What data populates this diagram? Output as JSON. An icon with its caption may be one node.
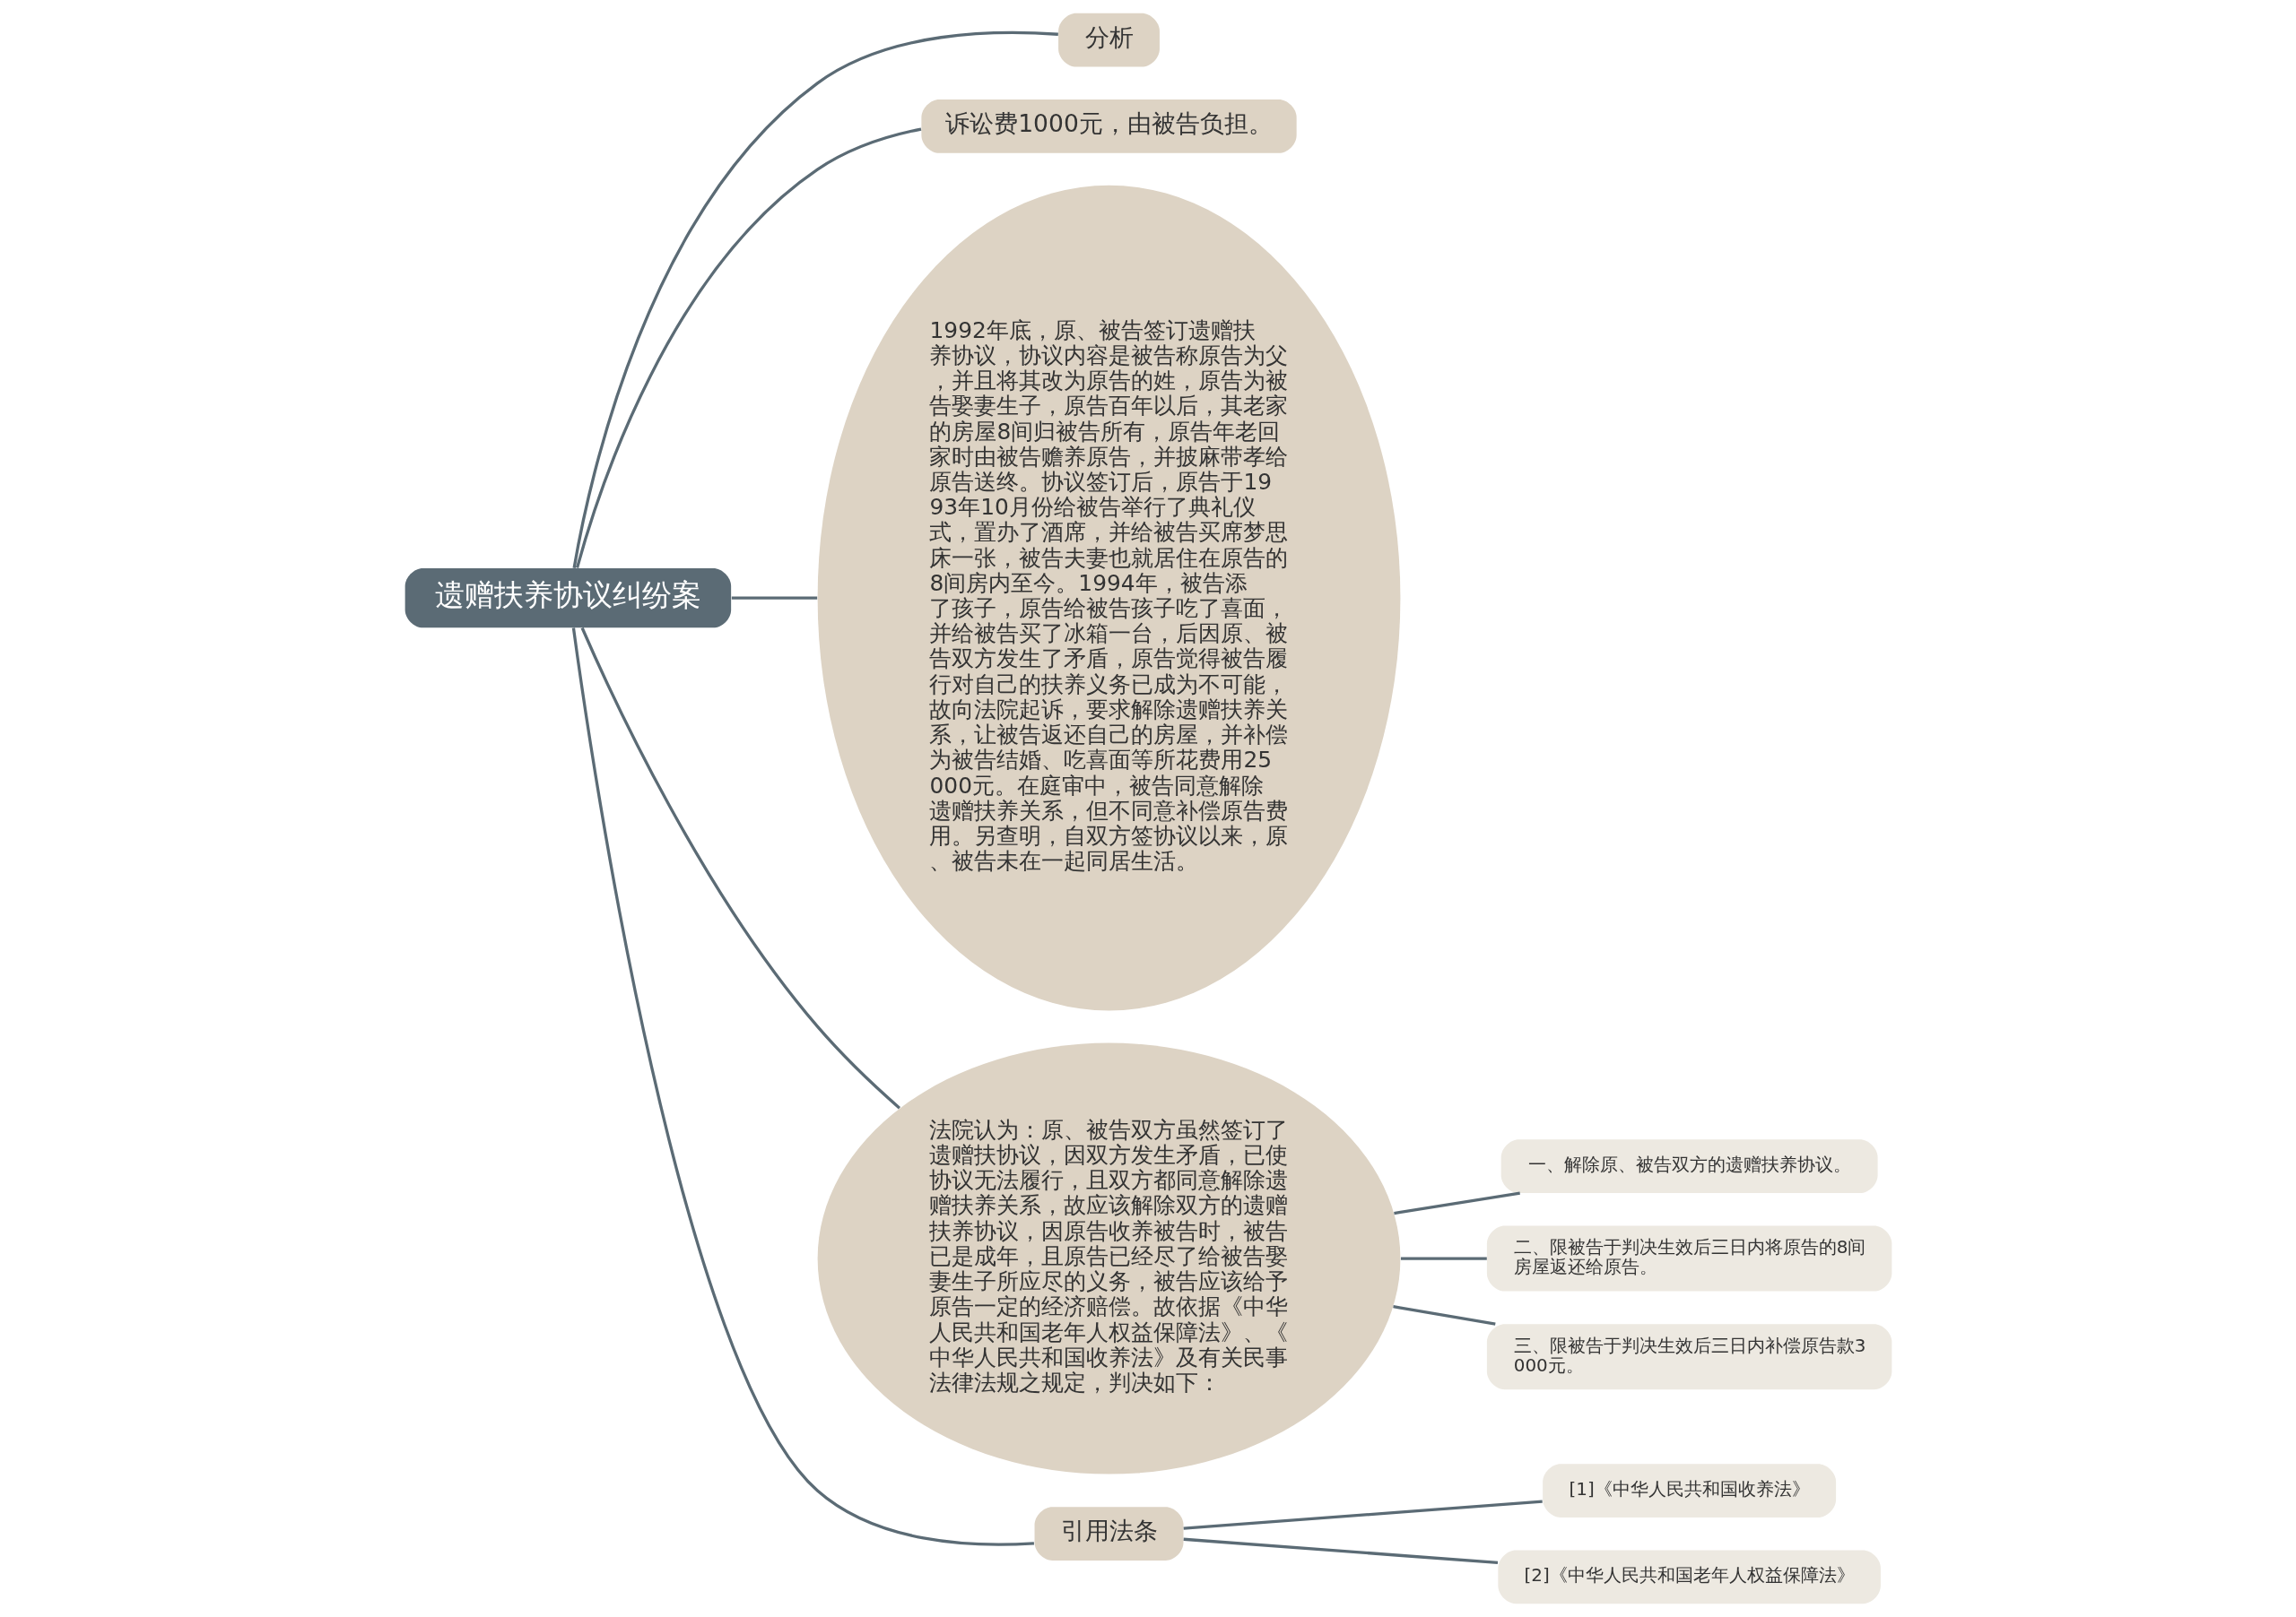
{
  "diagram": {
    "nodes": [
      {
        "text": [
          "遗赠扶养协议纠纷案"
        ]
      },
      {
        "text": [
          "分析"
        ]
      },
      {
        "text": [
          "诉讼费1000元，由被告负担。"
        ]
      },
      {
        "text": [
          "1992年底，原、被告签订遗赠扶养协议，协议内容是被告称原告为父，并且将其改为原告的姓，原告为被告娶妻生子，原告百年以后，其老家的房屋8间归被告所有，原告年老回家时由被告赡养原告，并披麻带孝给原告送终。协议签订后，原告于1993年10月份给被告举行了典礼仪式，置办了酒席，并给被告买席梦思床一张，被告夫妻也就居住在原告的8间房内至今。1994年，被告添了孩子，原告给被告孩子吃了喜面，并给被告买了冰箱一台，后因原、被告双方发生了矛盾，原告觉得被告履行对自己的扶养义务已成为不可能，故向法院起诉，要求解除遗赠扶养关系，让被告返还自己的房屋，并补偿为被告结婚、吃喜面等所花费用25000元。在庭审中，被告同意解除遗赠扶养关系，但不同意补偿原告费用。另查明，自双方签协议以来，原、被告未在一起同居生活。"
        ]
      },
      {
        "text": [
          "法院认为：原、被告双方虽然签订了遗赠扶协议，因双方发生矛盾，已使协议无法履行，且双方都同意解除遗赠扶养关系，故应该解除双方的遗赠扶养协议，因原告收养被告时，被告已是成年，且原告已经尽了给被告娶妻生子所应尽的义务，被告应该给予原告一定的经济赔偿。故依据《中华人民共和国老年人权益保障法》、《中华人民共和国收养法》及有关民事法律法规之规定，判决如下："
        ]
      },
      {
        "text": [
          "一、解除原、被告双方的遗赠扶养协议。"
        ]
      },
      {
        "text": [
          "二、限被告于判决生效后三日内将原告的8间房屋返还给原告。"
        ]
      },
      {
        "text": [
          "三、限被告于判决生效后三日内补偿原告款3000元。"
        ]
      },
      {
        "text": [
          "引用法条"
        ]
      },
      {
        "text": [
          "[1]《中华人民共和国收养法》"
        ]
      },
      {
        "text": [
          "[2]《中华人民共和国老年人权益保障法》"
        ]
      }
    ],
    "edges": [
      {
        "from": 0,
        "to": 1,
        "arrow": "none"
      },
      {
        "from": 0,
        "to": 2,
        "arrow": "none"
      },
      {
        "from": 0,
        "to": 3,
        "arrow": "none"
      },
      {
        "from": 0,
        "to": 4,
        "arrow": "none"
      },
      {
        "from": 4,
        "to": 5,
        "arrow": "none"
      },
      {
        "from": 4,
        "to": 6,
        "arrow": "none"
      },
      {
        "from": 4,
        "to": 7,
        "arrow": "none"
      },
      {
        "from": 0,
        "to": 8,
        "arrow": "none"
      },
      {
        "from": 8,
        "to": 9,
        "arrow": "none"
      },
      {
        "from": 8,
        "to": 10,
        "arrow": "none"
      }
    ]
  }
}
